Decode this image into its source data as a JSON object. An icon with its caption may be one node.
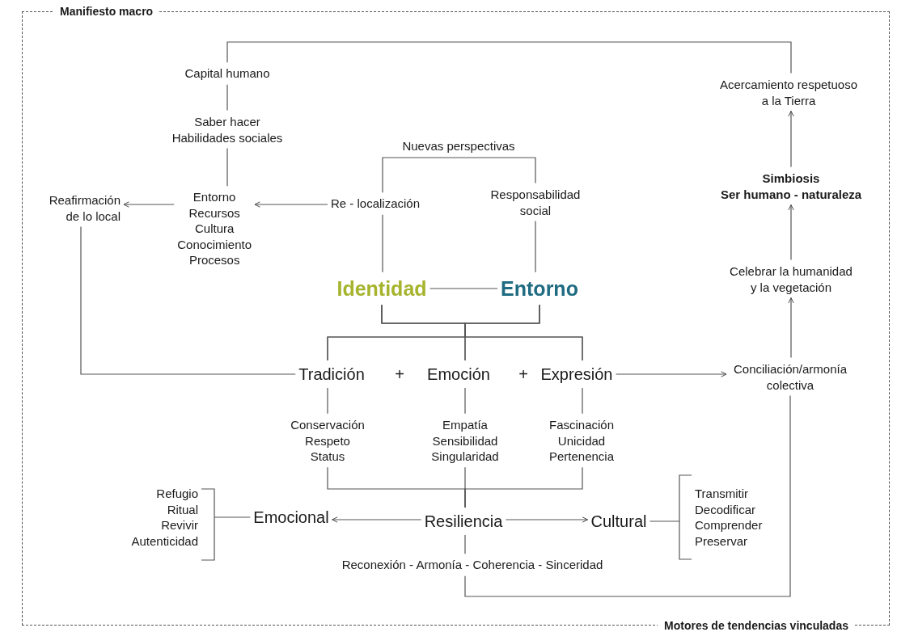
{
  "diagram": {
    "nodes": [
      {
        "text": [
          "Manifiesto macro",
          "Motores de tendencias vinculadas"
        ]
      },
      {
        "text": [
          "Capital humano"
        ],
        "in": 0
      },
      {
        "text": [
          "Saber hacer Habilidades sociales"
        ],
        "in": 0
      },
      {
        "text": [
          "Entorno Recursos Cultura Conocimiento Procesos"
        ],
        "in": 0
      },
      {
        "text": [
          "Reafirmación de lo local"
        ],
        "in": 0
      },
      {
        "text": [
          "Re - localización"
        ],
        "in": 0
      },
      {
        "text": [
          "Responsabilidad social"
        ],
        "in": 0
      },
      {
        "text": [
          "Identidad"
        ],
        "in": 0
      },
      {
        "text": [
          "Entorno"
        ],
        "in": 0
      },
      {
        "text": [
          "Tradición"
        ],
        "in": 0
      },
      {
        "text": [
          "Emoción"
        ],
        "in": 0
      },
      {
        "text": [
          "Expresión"
        ],
        "in": 0
      },
      {
        "text": [
          "Conservación Respeto Status"
        ],
        "in": 0
      },
      {
        "text": [
          "Empatía Sensibilidad Singularidad"
        ],
        "in": 0
      },
      {
        "text": [
          "Fascinación Unicidad Pertenencia"
        ],
        "in": 0
      },
      {
        "text": [
          "Conciliación/armonía colectiva"
        ],
        "in": 0
      },
      {
        "text": [
          "Celebrar la humanidad y la vegetación"
        ],
        "in": 0
      },
      {
        "text": [
          "Simbiosis",
          "Ser humano - naturaleza"
        ],
        "in": 0
      },
      {
        "text": [
          "Acercamiento respetuoso a la Tierra"
        ],
        "in": 0
      },
      {
        "text": [
          "Resiliencia"
        ],
        "in": 0
      },
      {
        "text": [
          "Emocional"
        ],
        "in": 0
      },
      {
        "text": [
          "Cultural"
        ],
        "in": 0
      },
      {
        "text": [
          "Refugio Ritual Revivir Autenticidad"
        ],
        "in": 0
      },
      {
        "text": [
          "Transmitir Decodificar Comprender Preservar"
        ],
        "in": 0
      },
      {
        "text": [
          "Reconexión - Armonía - Coherencia - Sinceridad"
        ],
        "in": 0
      }
    ],
    "edges": [
      {
        "from": 18,
        "to": 1,
        "arrow": "none"
      },
      {
        "from": 1,
        "to": 2,
        "arrow": "none"
      },
      {
        "from": 2,
        "to": 3,
        "arrow": "none"
      },
      {
        "from": 5,
        "to": 3,
        "arrow": "to"
      },
      {
        "from": 3,
        "to": 4,
        "arrow": "to"
      },
      {
        "from": 5,
        "to": 6,
        "arrow": "none",
        "label": "Nuevas perspectivas"
      },
      {
        "from": 5,
        "to": 7,
        "arrow": "none"
      },
      {
        "from": 6,
        "to": 8,
        "arrow": "none"
      },
      {
        "from": 7,
        "to": 8,
        "arrow": "none"
      },
      {
        "from": 7,
        "to": 9,
        "arrow": "none"
      },
      {
        "from": 7,
        "to": 10,
        "arrow": "none"
      },
      {
        "from": 7,
        "to": 11,
        "arrow": "none"
      },
      {
        "from": 8,
        "to": 9,
        "arrow": "none"
      },
      {
        "from": 8,
        "to": 10,
        "arrow": "none"
      },
      {
        "from": 8,
        "to": 11,
        "arrow": "none"
      },
      {
        "from": 4,
        "to": 9,
        "arrow": "none"
      },
      {
        "from": 9,
        "to": 12,
        "arrow": "none"
      },
      {
        "from": 10,
        "to": 13,
        "arrow": "none"
      },
      {
        "from": 11,
        "to": 14,
        "arrow": "none"
      },
      {
        "from": 12,
        "to": 19,
        "arrow": "none"
      },
      {
        "from": 13,
        "to": 19,
        "arrow": "none"
      },
      {
        "from": 14,
        "to": 19,
        "arrow": "none"
      },
      {
        "from": 19,
        "to": 20,
        "arrow": "to"
      },
      {
        "from": 19,
        "to": 21,
        "arrow": "to"
      },
      {
        "from": 22,
        "to": 20,
        "arrow": "none"
      },
      {
        "from": 23,
        "to": 21,
        "arrow": "none"
      },
      {
        "from": 19,
        "to": 24,
        "arrow": "none"
      },
      {
        "from": 24,
        "to": 15,
        "arrow": "none"
      },
      {
        "from": 11,
        "to": 15,
        "arrow": "to"
      },
      {
        "from": 15,
        "to": 16,
        "arrow": "to"
      },
      {
        "from": 16,
        "to": 17,
        "arrow": "to"
      },
      {
        "from": 17,
        "to": 18,
        "arrow": "to"
      }
    ],
    "labels": [
      "+",
      "+"
    ]
  }
}
